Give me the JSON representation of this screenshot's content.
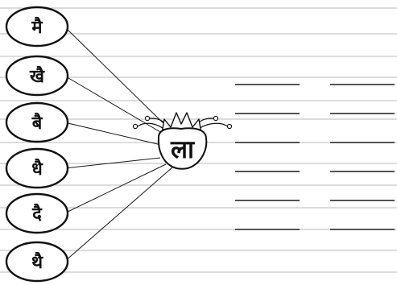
{
  "center_syllable": "ला",
  "syllables": [
    "मै",
    "खै",
    "बै",
    "धै",
    "दै",
    "थै"
  ],
  "answer_blank_rows": 6
}
